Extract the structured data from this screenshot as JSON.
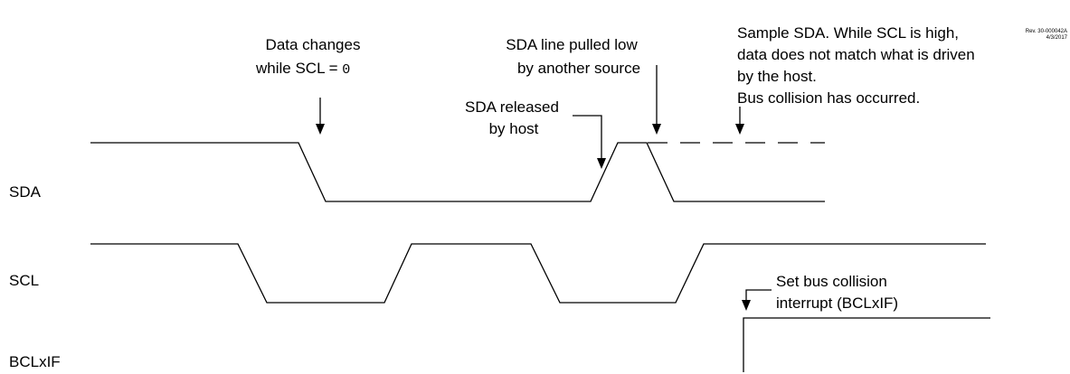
{
  "revision": {
    "line1": "Rev. 30-000042A",
    "line2": "4/3/2017"
  },
  "signals": {
    "sda": "SDA",
    "scl": "SCL",
    "bclxif": "BCLxIF"
  },
  "annotations": {
    "data_changes": {
      "line1": "Data changes",
      "line2_prefix": "while SCL = ",
      "line2_value": "0"
    },
    "sda_pulled_low": {
      "line1": "SDA line pulled low",
      "line2": "by another source"
    },
    "sda_released": {
      "line1": "SDA released",
      "line2": "by host"
    },
    "sample_sda": {
      "line1": "Sample SDA. While SCL is high,",
      "line2": "data does not match what is driven",
      "line3": "by the host.",
      "line4": "Bus collision has occurred."
    },
    "set_bus_collision": {
      "line1": "Set bus collision",
      "line2": "interrupt (BCLxIF)"
    }
  }
}
